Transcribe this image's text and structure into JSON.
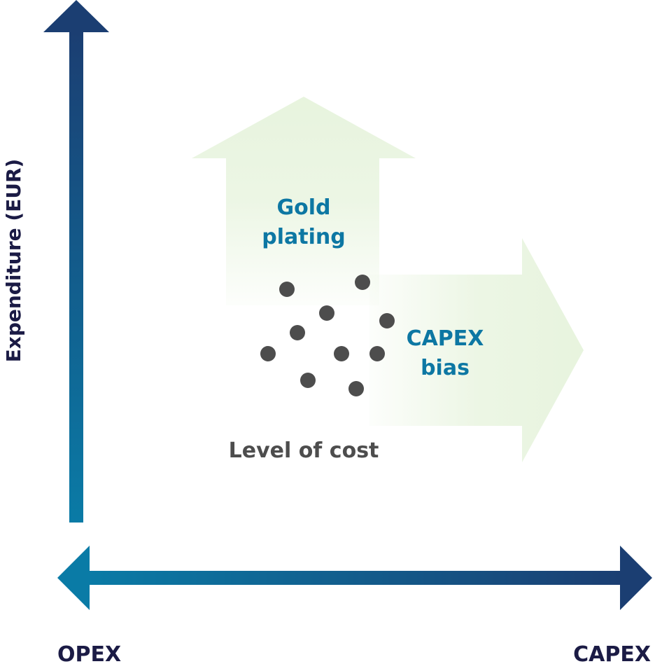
{
  "axes": {
    "y_label": "Expenditure (EUR)",
    "x_left_label": "OPEX",
    "x_right_label": "CAPEX"
  },
  "arrows": {
    "up_label_line1": "Gold",
    "up_label_line2": "plating",
    "right_label_line1": "CAPEX",
    "right_label_line2": "bias"
  },
  "cluster_label": "Level of cost",
  "colors": {
    "axis_dark": "#1b3e72",
    "axis_teal": "#0a7ba6",
    "label_teal": "#0d77a3",
    "label_dark": "#1b1b45",
    "dot": "#4d4d4d",
    "arrow_green": "#e6f3dc"
  }
}
